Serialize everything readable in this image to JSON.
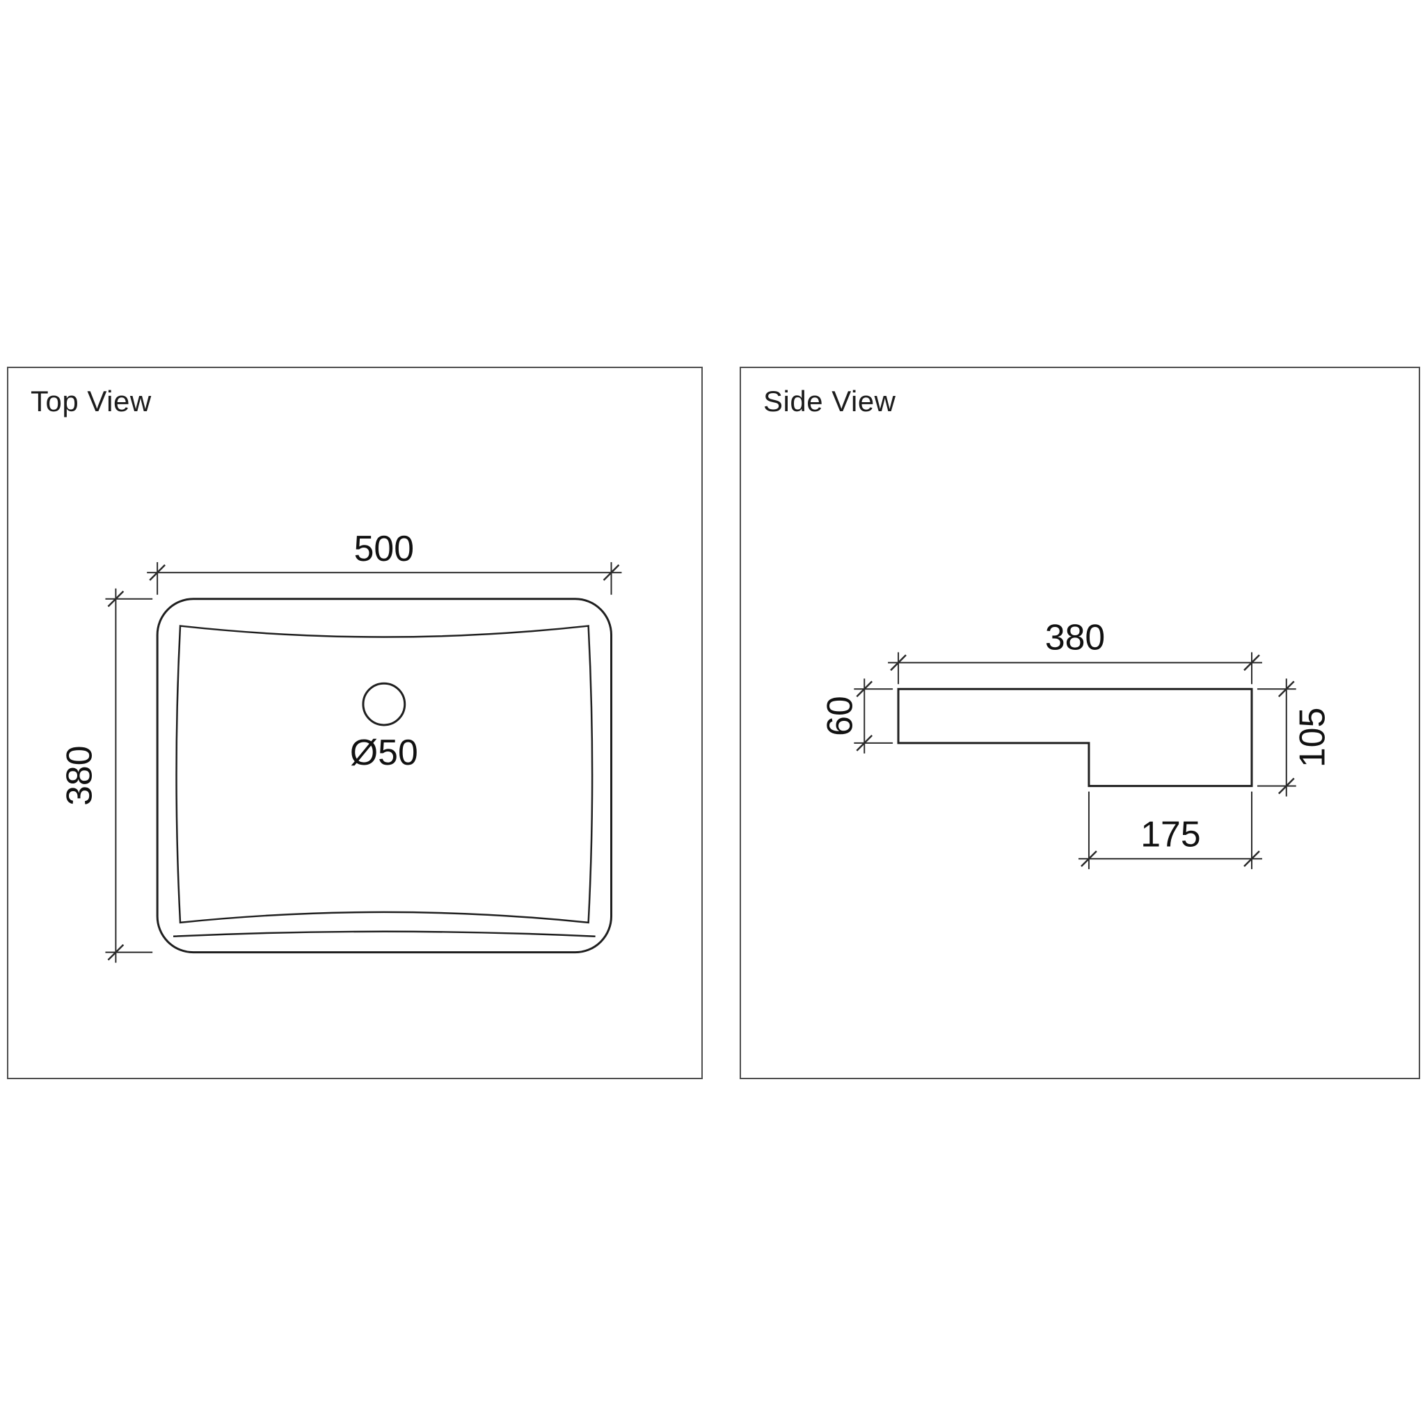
{
  "colors": {
    "background": "#ffffff",
    "panel_border": "#4d4d4d",
    "line": "#1f1f1f"
  },
  "top_view": {
    "title": "Top View",
    "dim_width": "500",
    "dim_depth": "380",
    "drain_label": "Ø50"
  },
  "side_view": {
    "title": "Side View",
    "dim_width": "380",
    "dim_back_height": "60",
    "dim_front_height": "105",
    "dim_base_length": "175"
  }
}
